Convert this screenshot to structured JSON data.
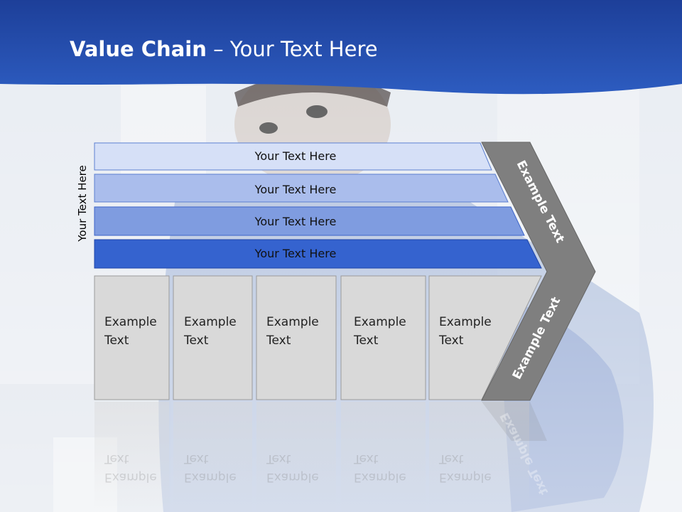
{
  "title": {
    "bold": "Value Chain",
    "rest": " – Your Text Here"
  },
  "side_label": "Your Text Here",
  "rows": [
    {
      "label": "Your Text Here",
      "color": "#d6e0f7"
    },
    {
      "label": "Your Text Here",
      "color": "#aabdec"
    },
    {
      "label": "Your Text Here",
      "color": "#7f9ce0"
    },
    {
      "label": "Your Text Here",
      "color": "#3563cf"
    }
  ],
  "cells": [
    {
      "line1": "Example",
      "line2": "Text"
    },
    {
      "line1": "Example",
      "line2": "Text"
    },
    {
      "line1": "Example",
      "line2": "Text"
    },
    {
      "line1": "Example",
      "line2": "Text"
    },
    {
      "line1": "Example",
      "line2": "Text"
    }
  ],
  "chevron": {
    "upper": "Example Text",
    "lower": "Example Text",
    "color": "#7f7f7f"
  },
  "colors": {
    "header_blue": "#2b58b8",
    "cell_fill": "#d9d9d9"
  }
}
